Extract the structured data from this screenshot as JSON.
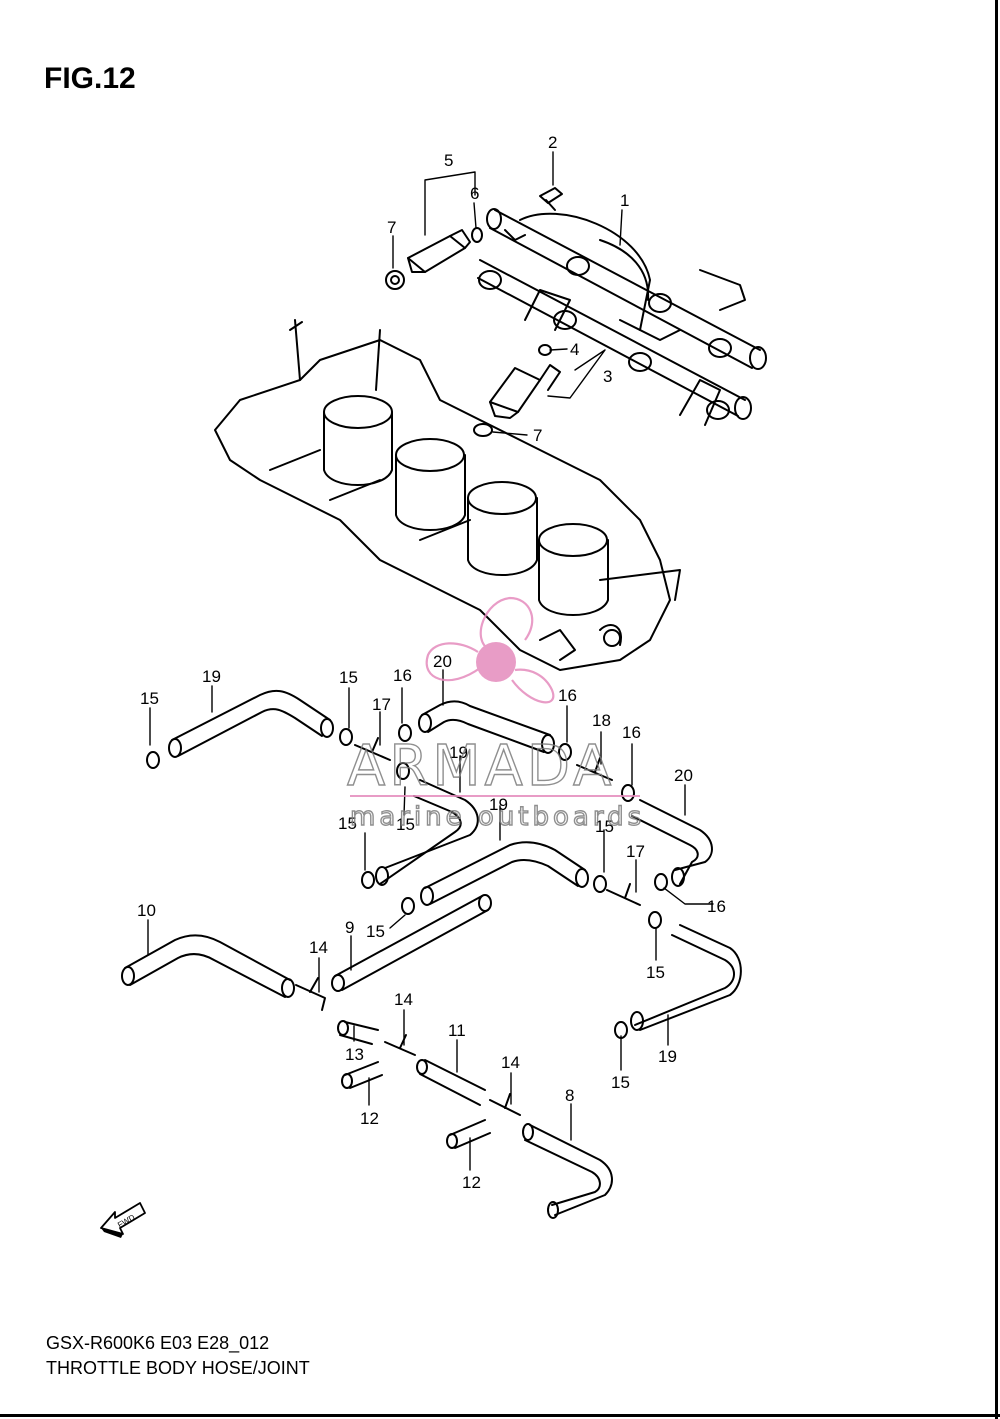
{
  "figure": {
    "title": "FIG.12",
    "model_code": "GSX-R600K6 E03 E28_012",
    "assembly_name": "THROTTLE BODY HOSE/JOINT",
    "fwd_label": "FWD"
  },
  "watermark": {
    "brand": "ARMADA",
    "tagline": "marine outboards",
    "color": "#e58bbd"
  },
  "callouts": [
    "1",
    "2",
    "3",
    "4",
    "5",
    "6",
    "7",
    "7",
    "8",
    "9",
    "10",
    "11",
    "12",
    "12",
    "13",
    "14",
    "14",
    "14",
    "15",
    "15",
    "15",
    "15",
    "15",
    "15",
    "15",
    "15",
    "16",
    "16",
    "16",
    "16",
    "17",
    "17",
    "18",
    "19",
    "19",
    "19",
    "19",
    "20",
    "20"
  ]
}
